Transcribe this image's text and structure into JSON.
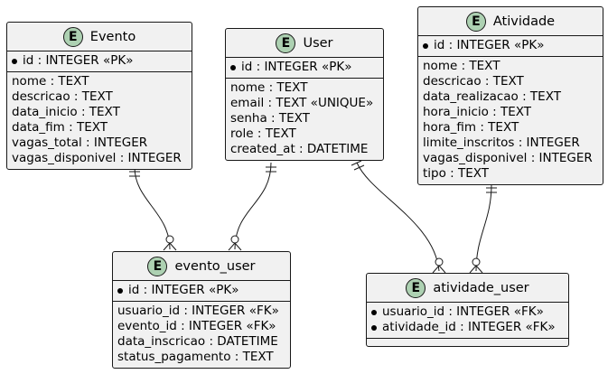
{
  "entities": {
    "evento": {
      "badge": "E",
      "name": "Evento",
      "keys": [
        "id : INTEGER «PK»"
      ],
      "fields": [
        "nome : TEXT",
        "descricao : TEXT",
        "data_inicio : TEXT",
        "data_fim : TEXT",
        "vagas_total : INTEGER",
        "vagas_disponivel : INTEGER"
      ]
    },
    "user": {
      "badge": "E",
      "name": "User",
      "keys": [
        "id : INTEGER «PK»"
      ],
      "fields": [
        "nome : TEXT",
        "email : TEXT «UNIQUE»",
        "senha : TEXT",
        "role : TEXT",
        "created_at : DATETIME"
      ]
    },
    "atividade": {
      "badge": "E",
      "name": "Atividade",
      "keys": [
        "id : INTEGER «PK»"
      ],
      "fields": [
        "nome : TEXT",
        "descricao : TEXT",
        "data_realizacao : TEXT",
        "hora_inicio : TEXT",
        "hora_fim : TEXT",
        "limite_inscritos : INTEGER",
        "vagas_disponivel : INTEGER",
        "tipo : TEXT"
      ]
    },
    "evento_user": {
      "badge": "E",
      "name": "evento_user",
      "keys": [
        "id : INTEGER «PK»"
      ],
      "fields": [
        "usuario_id : INTEGER «FK»",
        "evento_id : INTEGER «FK»",
        "data_inscricao : DATETIME",
        "status_pagamento : TEXT"
      ]
    },
    "atividade_user": {
      "badge": "E",
      "name": "atividade_user",
      "keys": [
        "usuario_id : INTEGER «FK»",
        "atividade_id : INTEGER «FK»"
      ],
      "fields": []
    }
  },
  "relationships": [
    {
      "from": "evento",
      "to": "evento_user",
      "from_cardinality": "exactly-one",
      "to_cardinality": "zero-or-many"
    },
    {
      "from": "user",
      "to": "evento_user",
      "from_cardinality": "exactly-one",
      "to_cardinality": "zero-or-many"
    },
    {
      "from": "user",
      "to": "atividade_user",
      "from_cardinality": "exactly-one",
      "to_cardinality": "zero-or-many"
    },
    {
      "from": "atividade",
      "to": "atividade_user",
      "from_cardinality": "exactly-one",
      "to_cardinality": "zero-or-many"
    }
  ],
  "colors": {
    "entity_fill": "#F1F1F1",
    "border": "#181818",
    "badge_fill": "#ADD1B2",
    "background": "#FFFFFF"
  }
}
